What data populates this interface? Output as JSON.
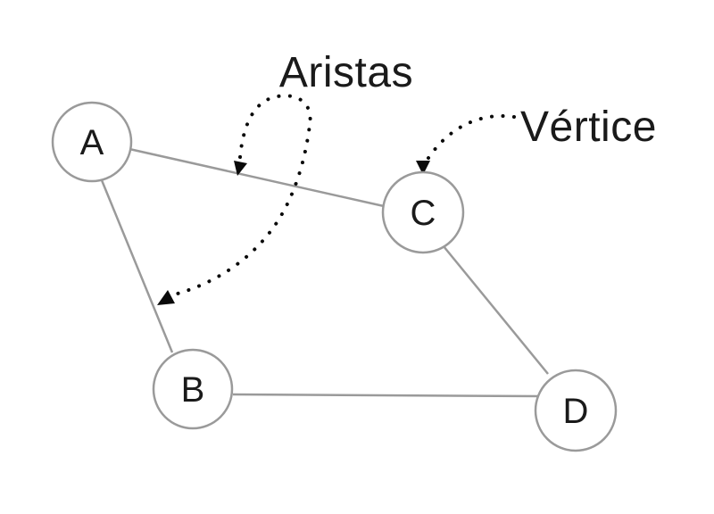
{
  "figure": {
    "type": "undirected-graph-diagram",
    "annotations": {
      "aristas": {
        "label": "Aristas"
      },
      "vertice": {
        "label": "Vértice"
      }
    },
    "graph": {
      "nodes": [
        {
          "id": "A",
          "label": "A"
        },
        {
          "id": "B",
          "label": "B"
        },
        {
          "id": "C",
          "label": "C"
        },
        {
          "id": "D",
          "label": "D"
        }
      ],
      "edges": [
        {
          "from": "A",
          "to": "C"
        },
        {
          "from": "A",
          "to": "B"
        },
        {
          "from": "B",
          "to": "D"
        },
        {
          "from": "C",
          "to": "D"
        }
      ]
    },
    "colors": {
      "node_stroke": "#9a9a9a",
      "edge_stroke": "#9a9a9a",
      "label_text": "#1a1a1a",
      "annotation": "#0a0a0a"
    }
  }
}
